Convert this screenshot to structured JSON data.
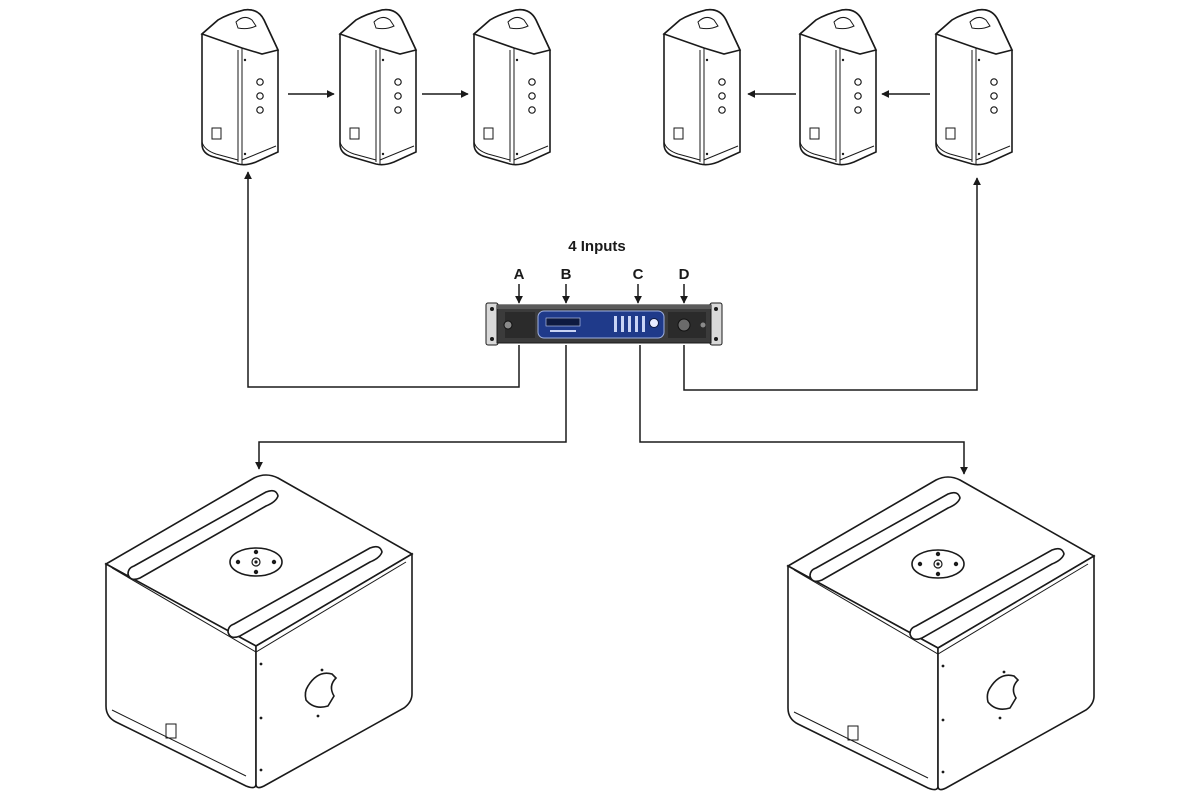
{
  "diagram": {
    "title": "4 Inputs",
    "inputs": [
      "A",
      "B",
      "C",
      "D"
    ]
  }
}
